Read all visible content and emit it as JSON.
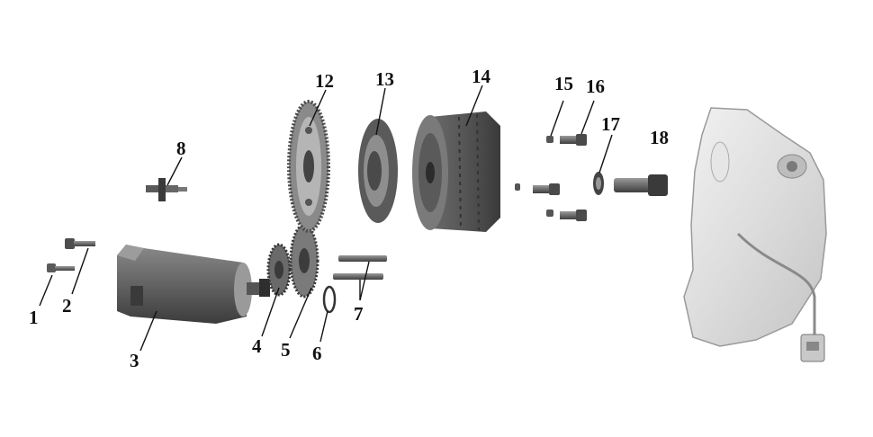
{
  "diagram": {
    "labels": {
      "p1": "1",
      "p2": "2",
      "p3": "3",
      "p4": "4",
      "p5": "5",
      "p6": "6",
      "p7": "7",
      "p8": "8",
      "p12": "12",
      "p13": "13",
      "p14": "14",
      "p15": "15",
      "p16": "16",
      "p17": "17",
      "p18": "18"
    }
  }
}
